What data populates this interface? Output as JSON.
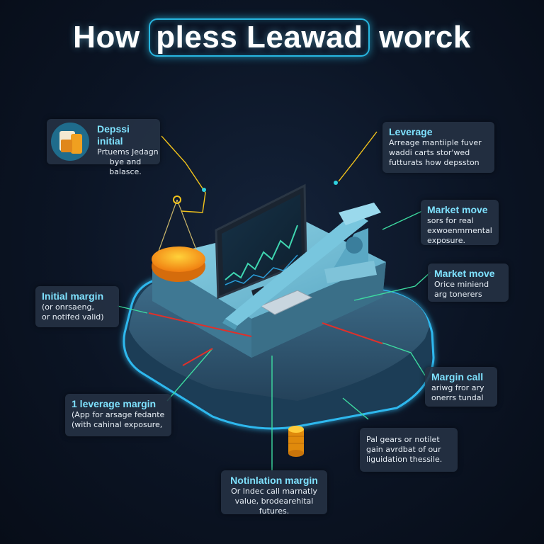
{
  "title": {
    "before": "How ",
    "highlight": "pless Leawad",
    "after": " worck"
  },
  "cards": {
    "deposit": {
      "heading": "Depssi initial",
      "lines": [
        "Prtuems Jedagn",
        "bye and",
        "balasce."
      ]
    },
    "leverage": {
      "heading": "Leverage",
      "lines": [
        "Arreage mantiiple fuver",
        "waddi carts stor'wed",
        "futturats how depsston"
      ]
    },
    "market1": {
      "heading": "Market move",
      "lines": [
        "sors for real",
        "exwoenmmental",
        "exposure."
      ]
    },
    "market2": {
      "heading": "Market move",
      "lines": [
        "Orice miniend",
        "arg tonerers"
      ]
    },
    "initial": {
      "heading": "Initial margin",
      "lines": [
        "(or onrsaeng,",
        "or notifed valid)"
      ]
    },
    "margincall": {
      "heading": "Margin call",
      "lines": [
        "ariwg fror ary",
        "onerrs tundal"
      ]
    },
    "levmargin": {
      "heading": "1 leverage margin",
      "lines": [
        "(App for arsage fedante",
        "(with cahinal exposure,"
      ]
    },
    "liquid": {
      "heading": "",
      "lines": [
        "Pal gears or notilet",
        "gain avrdbat of our",
        "liguidation thessile."
      ]
    },
    "notional": {
      "heading": "Notinlation margin",
      "lines": [
        "Or lndec call marnatly",
        "value, brodearehital",
        "futures."
      ]
    }
  },
  "colors": {
    "accent": "#27b6e0",
    "heading": "#7fe2ff",
    "connector_yellow": "#f2c31b",
    "connector_green": "#3ddba0",
    "connector_red": "#e0302a",
    "coin": "#f4a316"
  }
}
